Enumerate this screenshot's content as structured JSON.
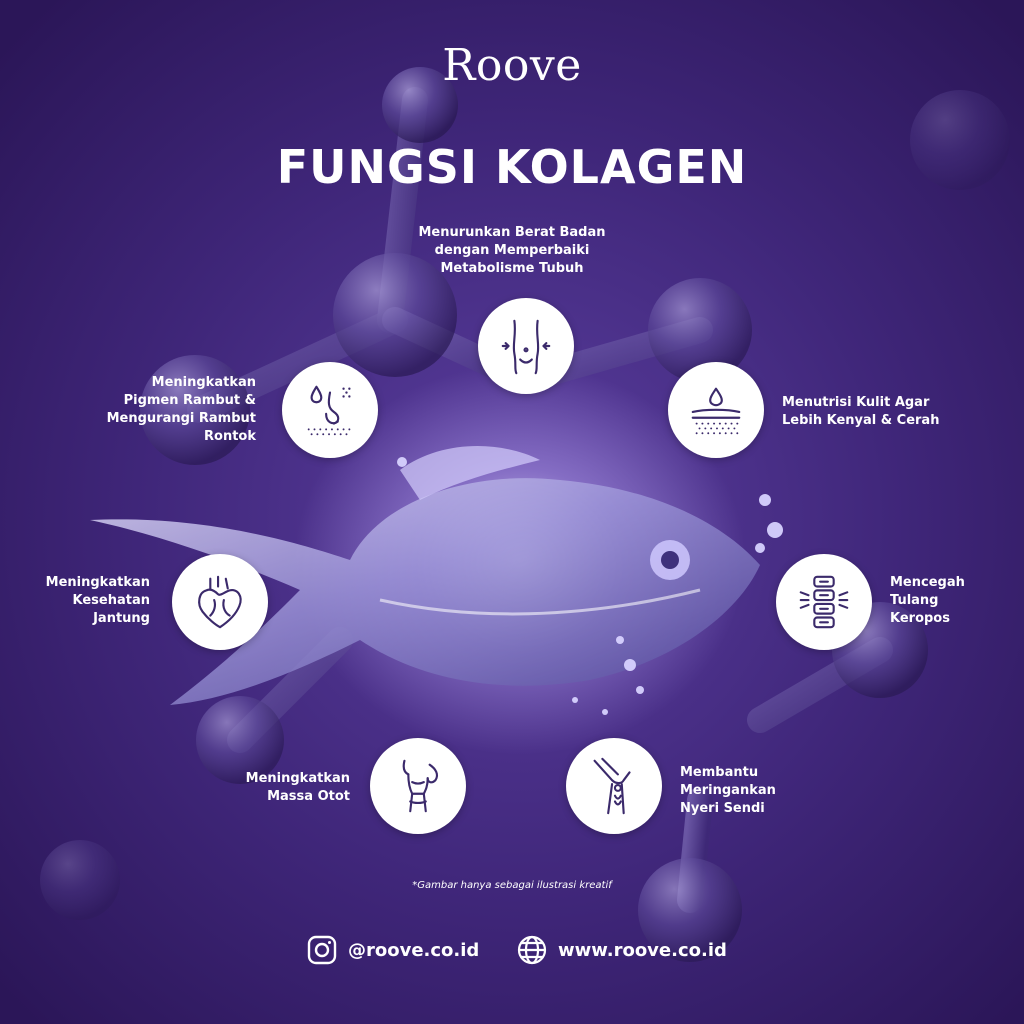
{
  "brand": {
    "logo_text": "Roove"
  },
  "title": "FUNGSI KOLAGEN",
  "functions": [
    {
      "label": "Menurunkan Berat Badan\ndengan Memperbaiki\nMetabolisme Tubuh",
      "icon": "waist-icon"
    },
    {
      "label": "Menutrisi Kulit Agar\nLebih Kenyal & Cerah",
      "icon": "skin-layer-icon"
    },
    {
      "label": "Mencegah\nTulang\nKeropos",
      "icon": "spine-icon"
    },
    {
      "label": "Membantu\nMeringankan\nNyeri Sendi",
      "icon": "knee-joint-icon"
    },
    {
      "label": "Meningkatkan\nMassa Otot",
      "icon": "muscle-body-icon"
    },
    {
      "label": "Meningkatkan\nKesehatan\nJantung",
      "icon": "heart-icon"
    },
    {
      "label": "Meningkatkan\nPigmen Rambut &\nMengurangi Rambut\nRontok",
      "icon": "hair-follicle-icon"
    }
  ],
  "disclaimer": "*Gambar hanya sebagai ilustrasi kreatif",
  "footer": {
    "instagram": "@roove.co.id",
    "website": "www.roove.co.id"
  },
  "colors": {
    "background": "#3a2370",
    "icon_stroke": "#3b2a6b",
    "accent_leaf": "#8fd16a"
  }
}
